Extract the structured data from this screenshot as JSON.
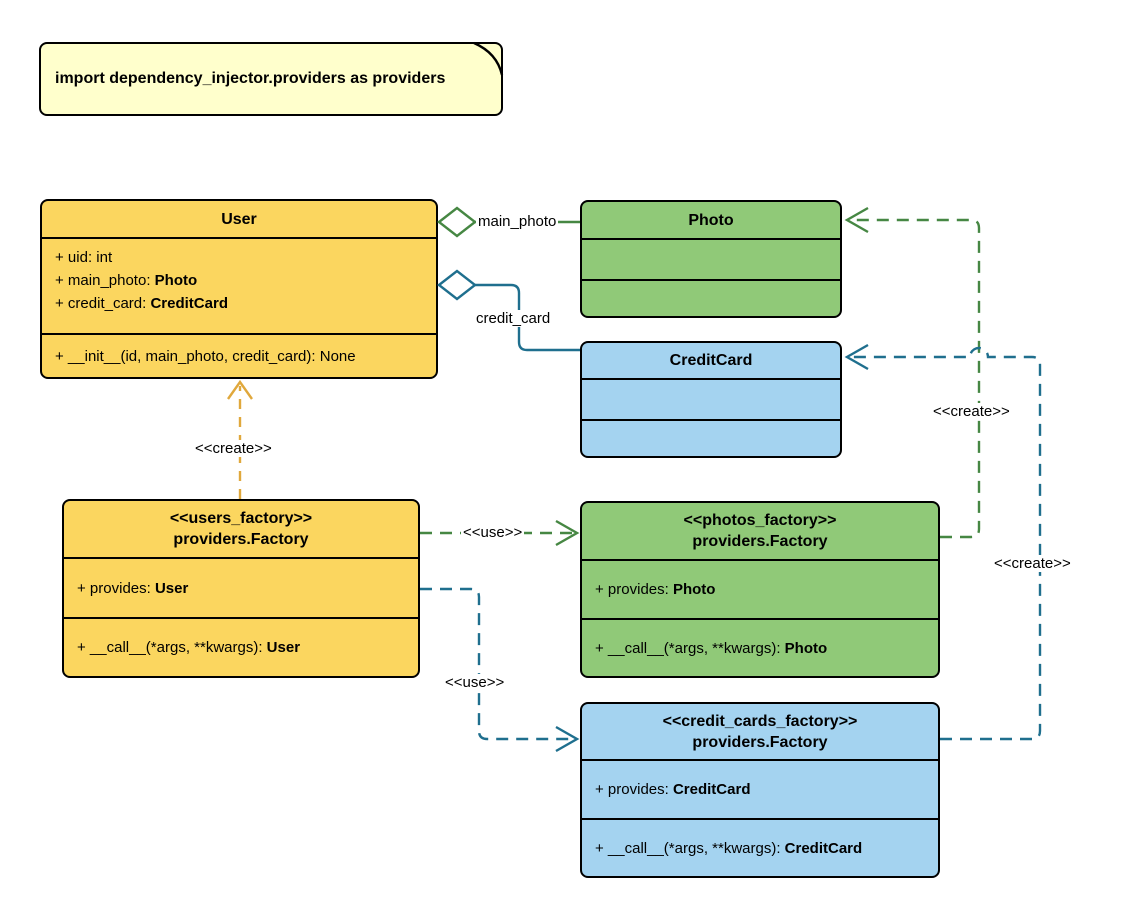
{
  "colors": {
    "note_fill": "#FFFFCC",
    "yellow_fill": "#FBD65F",
    "green_fill": "#90C978",
    "blue_fill": "#A4D3F0",
    "border": "#000000",
    "amber_line": "#E0A83C",
    "green_line": "#468743",
    "teal_line": "#1F6F8E"
  },
  "note": {
    "text": "import dependency_injector.providers as providers"
  },
  "classes": {
    "user": {
      "title": "User",
      "attributes": [
        {
          "text": "+ uid: int",
          "type": ""
        },
        {
          "text": "+ main_photo: ",
          "type": "Photo"
        },
        {
          "text": "+ credit_card: ",
          "type": "CreditCard"
        }
      ],
      "methods": [
        {
          "text": "+ __init__(id, main_photo, credit_card): None",
          "type": ""
        }
      ]
    },
    "photo": {
      "title": "Photo"
    },
    "credit_card": {
      "title": "CreditCard"
    },
    "users_factory": {
      "stereotype": "<<users_factory>>",
      "title": "providers.Factory",
      "attributes": [
        {
          "text": "+ provides: ",
          "type": "User"
        }
      ],
      "methods": [
        {
          "text": "+ __call__(*args, **kwargs): ",
          "type": "User"
        }
      ]
    },
    "photos_factory": {
      "stereotype": "<<photos_factory>>",
      "title": "providers.Factory",
      "attributes": [
        {
          "text": "+ provides: ",
          "type": "Photo"
        }
      ],
      "methods": [
        {
          "text": "+ __call__(*args, **kwargs): ",
          "type": "Photo"
        }
      ]
    },
    "credit_cards_factory": {
      "stereotype": "<<credit_cards_factory>>",
      "title": "providers.Factory",
      "attributes": [
        {
          "text": "+ provides: ",
          "type": "CreditCard"
        }
      ],
      "methods": [
        {
          "text": "+ __call__(*args, **kwargs): ",
          "type": "CreditCard"
        }
      ]
    }
  },
  "edges": {
    "main_photo": {
      "label": "main_photo"
    },
    "credit_card": {
      "label": "credit_card"
    },
    "create_user": {
      "label": "<<create>>"
    },
    "use_photos": {
      "label": "<<use>>"
    },
    "use_credit_cards": {
      "label": "<<use>>"
    },
    "create_photo": {
      "label": "<<create>>"
    },
    "create_credit_card": {
      "label": "<<create>>"
    }
  }
}
